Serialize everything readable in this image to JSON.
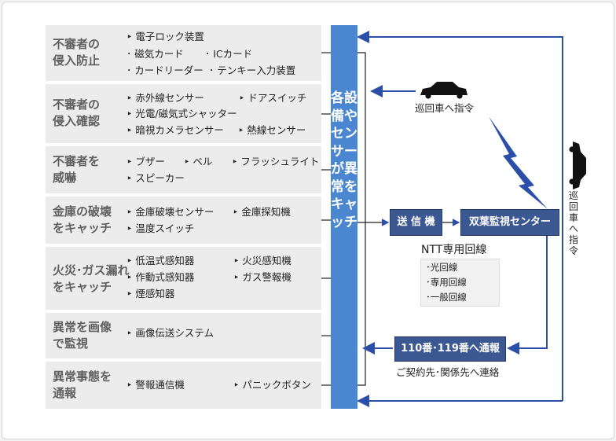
{
  "categories": [
    {
      "title_lines": [
        "不審者の",
        "侵入防止"
      ],
      "items": [
        "電子ロック装置",
        "磁気カード",
        "ICカード",
        "カードリーダー",
        "テンキー入力装置"
      ]
    },
    {
      "title_lines": [
        "不審者の",
        "侵入確認"
      ],
      "items": [
        "赤外線センサー",
        "ドアスイッチ",
        "光電/磁気式シャッター",
        "暗視カメラセンサー",
        "熱線センサー"
      ]
    },
    {
      "title_lines": [
        "不審者を",
        "威嚇"
      ],
      "items": [
        "ブザー",
        "ベル",
        "フラッシュライト",
        "スピーカー"
      ]
    },
    {
      "title_lines": [
        "金庫の破壊",
        "をキャッチ"
      ],
      "items": [
        "金庫破壊センサー",
        "金庫探知機",
        "温度スイッチ"
      ]
    },
    {
      "title_lines": [
        "火災･ガス漏れ",
        "をキャッチ"
      ],
      "items": [
        "低温式感知器",
        "火災感知機",
        "作動式感知器",
        "ガス警報機",
        "煙感知器"
      ]
    },
    {
      "title_lines": [
        "異常を画像",
        "で監視"
      ],
      "items": [
        "画像伝送システム"
      ]
    },
    {
      "title_lines": [
        "異常事態を",
        "通報"
      ],
      "items": [
        "警報通信機",
        "パニックボタン"
      ]
    }
  ],
  "center_label": "各設備やセンサーが異常をキャッチ",
  "send_box": "送 信 機",
  "center_box": "双葉監視センター",
  "ntt": {
    "title": "NTT専用回線",
    "lines": [
      "光回線",
      "専用回線",
      "一般回線"
    ]
  },
  "report_box": "110番･119番へ通報",
  "report_sub": "ご契約先･関係先へ連絡",
  "patrol_label": "巡回車へ指令",
  "patrol_vertical": "巡回車へ指令",
  "colors": {
    "accent_bar": "#4a87d0",
    "box": "#3c5893",
    "arrow": "#2b4fa8",
    "row_bg": "#ececec",
    "category_text": "#5f5f5f"
  }
}
